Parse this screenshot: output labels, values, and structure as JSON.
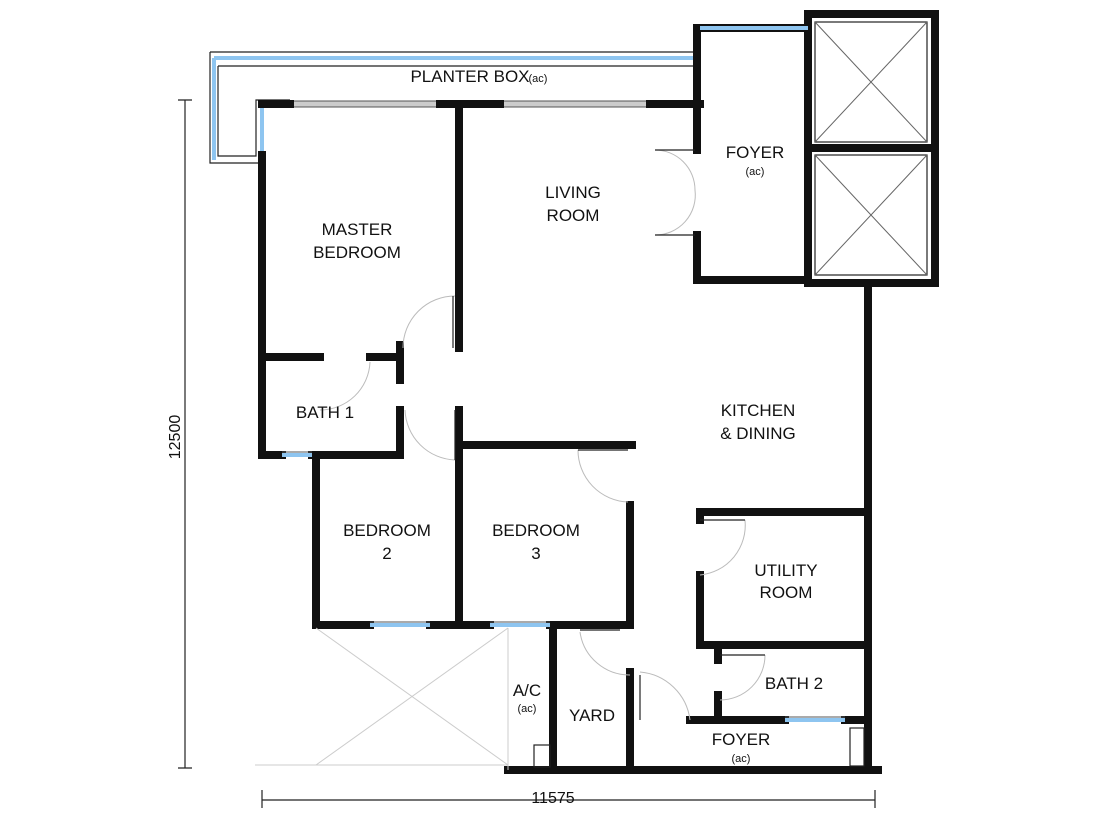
{
  "plan": {
    "rooms": {
      "planter_box": {
        "name": "PLANTER BOX",
        "note": "(ac)"
      },
      "foyer_top": {
        "name": "FOYER",
        "note": "(ac)"
      },
      "living_room": {
        "line1": "LIVING",
        "line2": "ROOM"
      },
      "master_bedroom": {
        "line1": "MASTER",
        "line2": "BEDROOM"
      },
      "bath_1": {
        "name": "BATH 1"
      },
      "kitchen_dining": {
        "line1": "KITCHEN",
        "line2": "& DINING"
      },
      "bedroom_2": {
        "line1": "BEDROOM",
        "line2": "2"
      },
      "bedroom_3": {
        "line1": "BEDROOM",
        "line2": "3"
      },
      "utility_room": {
        "line1": "UTILITY",
        "line2": "ROOM"
      },
      "bath_2": {
        "name": "BATH 2"
      },
      "ac": {
        "name": "A/C",
        "note": "(ac)"
      },
      "yard": {
        "name": "YARD"
      },
      "foyer_bottom": {
        "name": "FOYER",
        "note": "(ac)"
      }
    },
    "dimensions": {
      "height": "12500",
      "width": "11575"
    }
  }
}
